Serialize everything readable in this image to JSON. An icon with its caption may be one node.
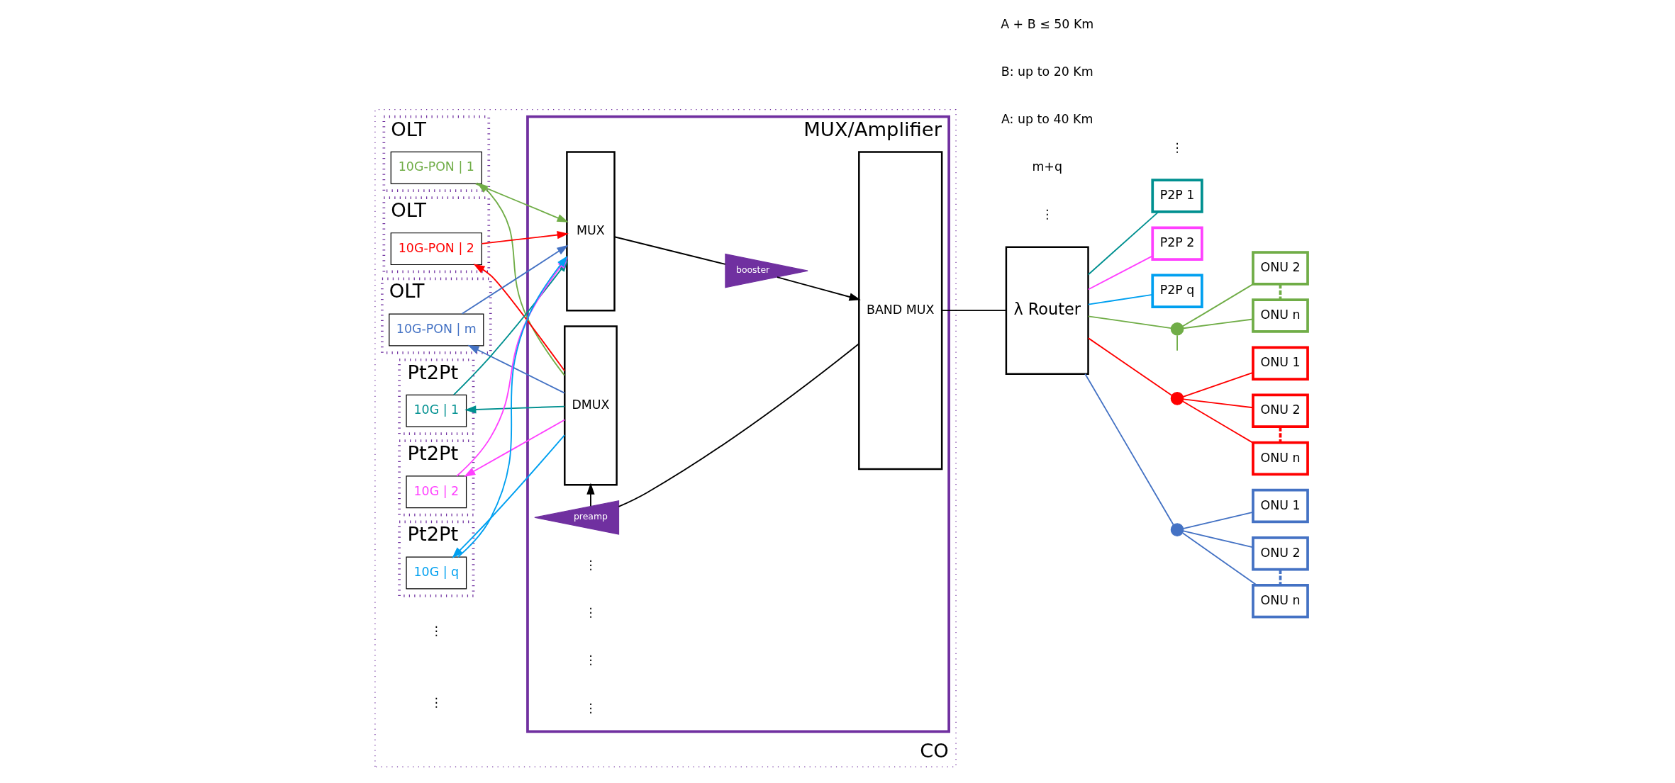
{
  "diagram": {
    "nodes": [
      {
        "text": [
          "CO"
        ]
      },
      {
        "text": [
          "MUX/Amplifier"
        ],
        "in": 0
      },
      {
        "text": [
          "OLT"
        ],
        "in": 0
      },
      {
        "text": [
          "10G-PON | 1"
        ],
        "in": 2
      },
      {
        "text": [
          "OLT"
        ],
        "in": 0
      },
      {
        "text": [
          "10G-PON | 2"
        ],
        "in": 4
      },
      {
        "text": [
          "OLT"
        ],
        "in": 0
      },
      {
        "text": [
          "10G-PON | m"
        ],
        "in": 6
      },
      {
        "text": [
          "Pt2Pt"
        ],
        "in": 0
      },
      {
        "text": [
          "10G | 1"
        ],
        "in": 8
      },
      {
        "text": [
          "Pt2Pt"
        ],
        "in": 0
      },
      {
        "text": [
          "10G | 2"
        ],
        "in": 10
      },
      {
        "text": [
          "Pt2Pt"
        ],
        "in": 0
      },
      {
        "text": [
          "10G | q"
        ],
        "in": 12
      },
      {
        "text": [
          "MUX"
        ],
        "in": 1
      },
      {
        "text": [
          "DMUX"
        ],
        "in": 1
      },
      {
        "text": [
          "booster"
        ],
        "in": 1
      },
      {
        "text": [
          "preamp"
        ],
        "in": 1
      },
      {
        "text": [
          "BAND MUX"
        ],
        "in": 1
      },
      {
        "text": [
          "λ Router"
        ]
      },
      {
        "text": [
          "P2P 1"
        ]
      },
      {
        "text": [
          "P2P 2"
        ]
      },
      {
        "text": [
          "P2P q"
        ]
      },
      {
        "text": [],
        "shape": "circle"
      },
      {
        "text": [
          "ONU 2"
        ]
      },
      {
        "text": [
          "ONU n"
        ]
      },
      {
        "text": [],
        "shape": "circle"
      },
      {
        "text": [
          "ONU 1"
        ]
      },
      {
        "text": [
          "ONU 2"
        ]
      },
      {
        "text": [
          "ONU n"
        ]
      },
      {
        "text": [],
        "shape": "circle"
      },
      {
        "text": [
          "ONU 1"
        ]
      },
      {
        "text": [
          "ONU 2"
        ]
      },
      {
        "text": [
          "ONU n"
        ]
      }
    ],
    "edges": [
      {
        "from": 3,
        "to": 14,
        "arrow": "to",
        "color": "#70ad47"
      },
      {
        "from": 15,
        "to": 3,
        "arrow": "to",
        "color": "#70ad47"
      },
      {
        "from": 5,
        "to": 14,
        "arrow": "to",
        "color": "#ff0000"
      },
      {
        "from": 15,
        "to": 5,
        "arrow": "to",
        "color": "#ff0000"
      },
      {
        "from": 7,
        "to": 14,
        "arrow": "to",
        "color": "#4472c4"
      },
      {
        "from": 15,
        "to": 7,
        "arrow": "to",
        "color": "#4472c4"
      },
      {
        "from": 9,
        "to": 14,
        "arrow": "to",
        "color": "#009090"
      },
      {
        "from": 15,
        "to": 9,
        "arrow": "to",
        "color": "#009090"
      },
      {
        "from": 11,
        "to": 14,
        "arrow": "to",
        "color": "#ff40ff"
      },
      {
        "from": 15,
        "to": 11,
        "arrow": "to",
        "color": "#ff40ff"
      },
      {
        "from": 13,
        "to": 14,
        "arrow": "to",
        "color": "#00a0f0"
      },
      {
        "from": 15,
        "to": 13,
        "arrow": "to",
        "color": "#00a0f0"
      },
      {
        "from": 14,
        "to": 16,
        "arrow": "none",
        "color": "#000000"
      },
      {
        "from": 16,
        "to": 18,
        "arrow": "to",
        "color": "#000000"
      },
      {
        "from": 18,
        "to": 17,
        "arrow": "none",
        "color": "#000000"
      },
      {
        "from": 17,
        "to": 15,
        "arrow": "to",
        "color": "#000000"
      },
      {
        "from": 18,
        "to": 19,
        "arrow": "none",
        "color": "#000000"
      },
      {
        "from": 19,
        "to": 23,
        "arrow": "none",
        "color": "#70ad47"
      },
      {
        "from": 19,
        "to": 26,
        "arrow": "none",
        "color": "#ff0000"
      },
      {
        "from": 19,
        "to": 20,
        "arrow": "none",
        "color": "#009090"
      },
      {
        "from": 19,
        "to": 21,
        "arrow": "none",
        "color": "#ff40ff"
      },
      {
        "from": 19,
        "to": 22,
        "arrow": "none",
        "color": "#00a0f0"
      },
      {
        "from": 19,
        "to": 30,
        "arrow": "none",
        "color": "#4472c4"
      },
      {
        "from": 23,
        "to": null,
        "arrow": "none",
        "color": "#70ad47"
      },
      {
        "from": 23,
        "to": 24,
        "arrow": "none",
        "color": "#70ad47"
      },
      {
        "from": 23,
        "to": 25,
        "arrow": "none",
        "color": "#70ad47"
      },
      {
        "from": 24,
        "to": 25,
        "arrow": "none",
        "style": "dashed",
        "color": "#70ad47"
      },
      {
        "from": 26,
        "to": 27,
        "arrow": "none",
        "color": "#ff0000"
      },
      {
        "from": 26,
        "to": 28,
        "arrow": "none",
        "color": "#ff0000"
      },
      {
        "from": 26,
        "to": 29,
        "arrow": "none",
        "color": "#ff0000"
      },
      {
        "from": 28,
        "to": 29,
        "arrow": "none",
        "style": "dashed",
        "color": "#ff0000"
      },
      {
        "from": 30,
        "to": 31,
        "arrow": "none",
        "color": "#4472c4"
      },
      {
        "from": 30,
        "to": 32,
        "arrow": "none",
        "color": "#4472c4"
      },
      {
        "from": 30,
        "to": 33,
        "arrow": "none",
        "color": "#4472c4"
      },
      {
        "from": 32,
        "to": 33,
        "arrow": "none",
        "style": "dashed",
        "color": "#4472c4"
      }
    ],
    "labels": [
      "⋮",
      "⋮",
      "⋮",
      "⋮",
      "⋮",
      "⋮",
      "⋮",
      "⋮",
      "m+q",
      "A: up to 40 Km",
      "B: up to 20 Km",
      "A + B ≤ 50 Km"
    ]
  }
}
